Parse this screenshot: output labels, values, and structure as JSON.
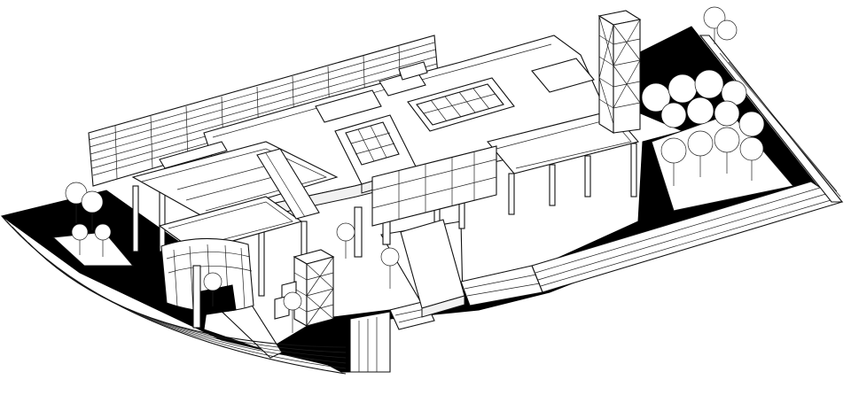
{
  "drawing": {
    "view": "isometric",
    "style": "black-white line drawing",
    "colors": {
      "ink": "#111111",
      "paper": "#ffffff",
      "ground": "#000000"
    },
    "elements": [
      "ground-plane",
      "terrace-steps",
      "main-roof",
      "skylight",
      "lattice-tower",
      "stair-tower",
      "rotunda",
      "colonnade",
      "brise-soleil-wall",
      "tree-grove",
      "entrance-ramp"
    ]
  }
}
